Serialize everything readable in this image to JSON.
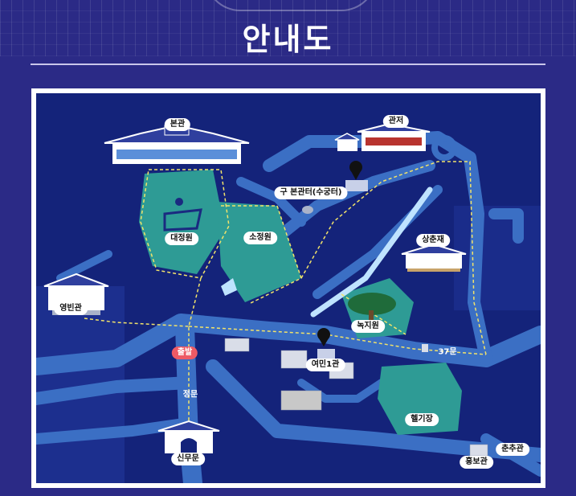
{
  "page": {
    "title": "안내도"
  },
  "map": {
    "labels": {
      "bongwan": "본관",
      "gwanjeo": "관저",
      "old_bongwanteo": "구 본관터(수궁터)",
      "daejeongwon": "대정원",
      "sojeongwon": "소정원",
      "sangchunjae": "상춘재",
      "yeongbingwan": "영빈관",
      "nokjiwon": "녹지원",
      "exit": "출발",
      "yeomin1gwan": "여민1관",
      "jeongmun": "정문",
      "gate37": "37문",
      "heligijang": "헬기장",
      "sinmumun": "신무문",
      "chunchugwan": "춘추관",
      "hongbogwan": "홍보관"
    },
    "colors": {
      "background": "#14237a",
      "road": "#3b6fc4",
      "garden": "#2e9b95",
      "path": "#f2e36a",
      "label_highlight": "#ee5a65"
    },
    "icons": [
      "restroom-pin-icon",
      "restroom-pin-icon"
    ]
  }
}
